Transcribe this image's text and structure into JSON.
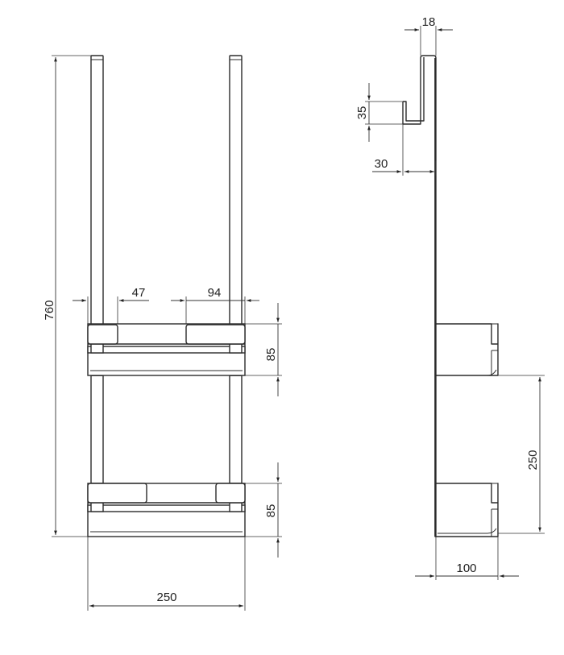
{
  "front_view": {
    "height_dim": "760",
    "width_dim": "250",
    "hook_width_dim": "47",
    "pad_width_dim": "94",
    "upper_shelf_height_dim": "85",
    "lower_shelf_height_dim": "85"
  },
  "side_view": {
    "hook_depth_dim": "18",
    "hook_drop_dim": "35",
    "hook_offset_dim": "30",
    "shelf_spacing_dim": "250",
    "shelf_depth_dim": "100"
  },
  "colors": {
    "line": "#2b2b2b",
    "background": "#ffffff"
  }
}
